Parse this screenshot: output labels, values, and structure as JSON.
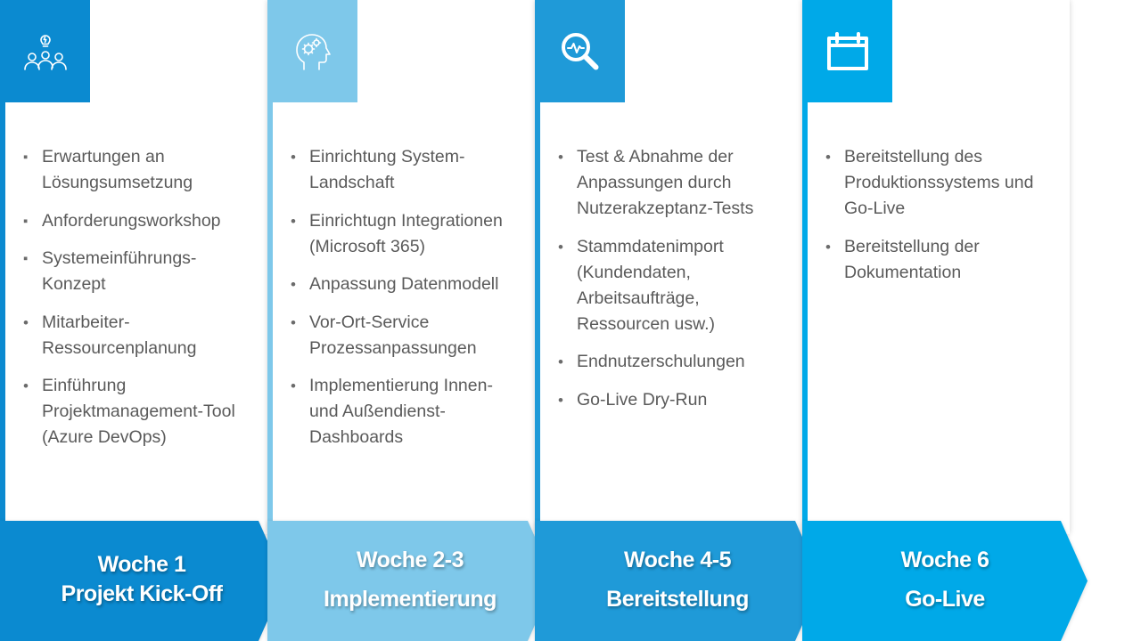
{
  "colors": {
    "phase1": "#0b8ad0",
    "phase2": "#7ec8ea",
    "phase3": "#1f9ad8",
    "phase4": "#00a9e8",
    "text": "#5a5a5a"
  },
  "phases": [
    {
      "icon": "team-idea-icon",
      "bullet_style": "square",
      "items": [
        "Erwartungen an Lösungsumsetzung",
        "Anforderungsworkshop",
        "Systemeinführungs-Konzept",
        "Mitarbeiter-Ressourcenplanung",
        "Einführung Projektmanagement-Tool (Azure DevOps)"
      ],
      "week": "Woche 1",
      "title": "Projekt Kick-Off"
    },
    {
      "icon": "head-gears-icon",
      "bullet_style": "dot",
      "items": [
        "Einrichtung System-Landschaft",
        "Einrichtugn Integrationen (Microsoft 365)",
        "Anpassung Datenmodell",
        "Vor-Ort-Service Prozessanpassungen",
        "Implementierung Innen- und Außendienst-Dashboards"
      ],
      "week": "Woche 2-3",
      "title": "Implementierung"
    },
    {
      "icon": "magnifier-analytics-icon",
      "bullet_style": "dot",
      "items": [
        "Test & Abnahme der Anpassungen durch Nutzerakzeptanz-Tests",
        "Stammdatenimport (Kundendaten, Arbeitsaufträge, Ressourcen usw.)",
        "Endnutzerschulungen",
        "Go-Live Dry-Run"
      ],
      "week": "Woche 4-5",
      "title": "Bereitstellung"
    },
    {
      "icon": "calendar-icon",
      "bullet_style": "dot",
      "items": [
        "Bereitstellung des Produktionssystems und Go-Live",
        "Bereitstellung der Dokumentation"
      ],
      "week": "Woche 6",
      "title": "Go-Live"
    }
  ]
}
